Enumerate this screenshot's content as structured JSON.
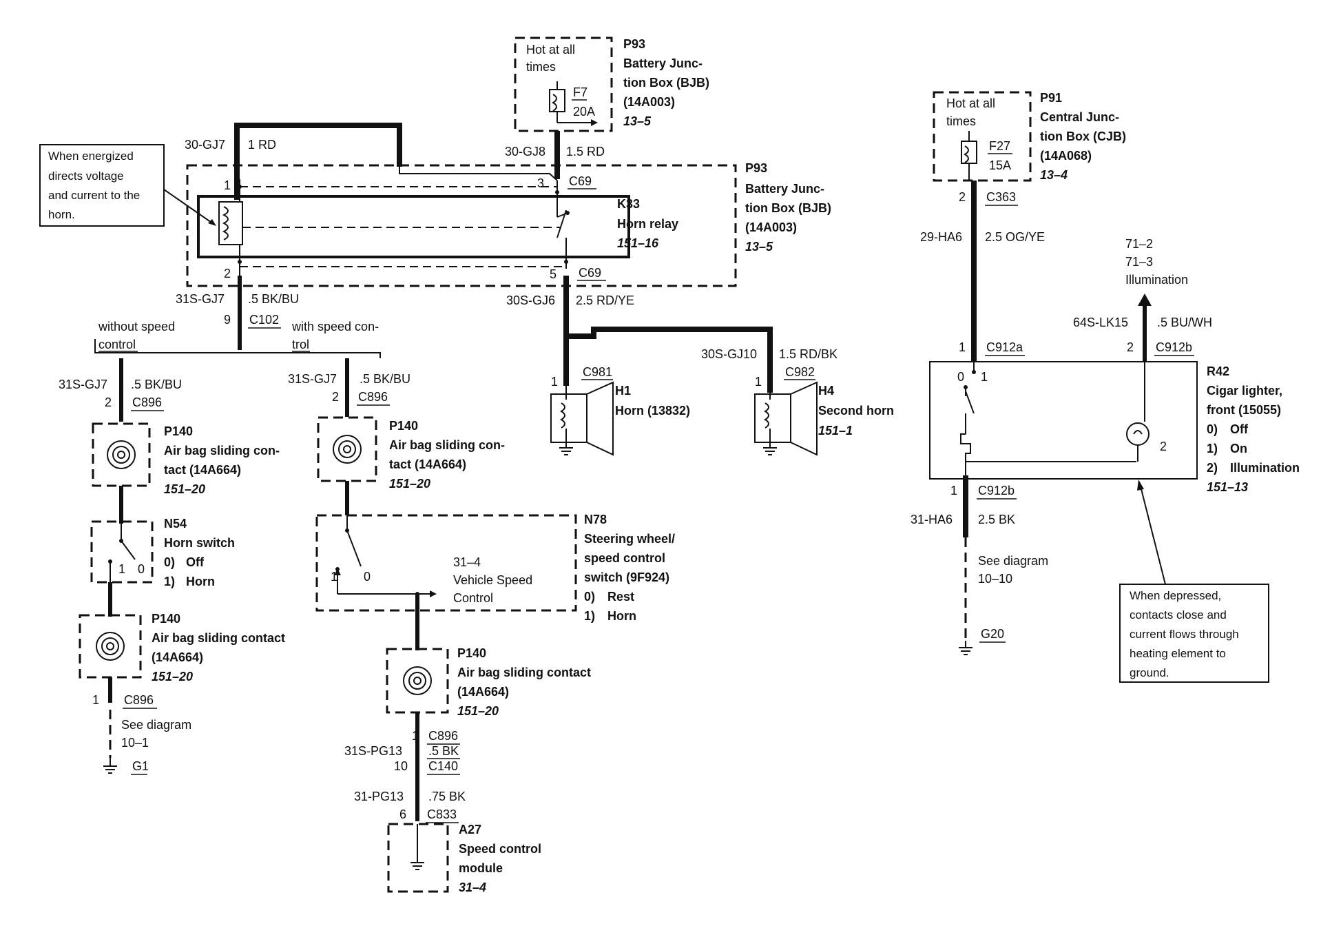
{
  "bjb_top": {
    "hot": [
      "Hot at all",
      "times"
    ],
    "fuse": "F7",
    "amps": "20A",
    "title": [
      "P93",
      "Battery Junc-",
      "tion Box (BJB)",
      "(14A003)"
    ],
    "ref": "13–5"
  },
  "cjb": {
    "hot": [
      "Hot at all",
      "times"
    ],
    "fuse": "F27",
    "amps": "15A",
    "title": [
      "P91",
      "Central Junc-",
      "tion Box (CJB)",
      "(14A068)"
    ],
    "ref": "13–4"
  },
  "wires": {
    "w30gj7": "30-GJ7",
    "w1rd": "1 RD",
    "w30gj8": "30-GJ8",
    "w15rd": "1.5 RD",
    "w31sgj7": "31S-GJ7",
    "w5bkbu": ".5 BK/BU",
    "w30sgj6": "30S-GJ6",
    "w25rdye": "2.5 RD/YE",
    "w30sgj10": "30S-GJ10",
    "w15rdbk": "1.5 RD/BK",
    "w29ha6": "29-HA6",
    "w25ogye": "2.5 OG/YE",
    "w64slk15": "64S-LK15",
    "w5buwh": ".5 BU/WH",
    "w31ha6": "31-HA6",
    "w25bk": "2.5 BK",
    "w31spg13": "31S-PG13",
    "w5bk": ".5 BK",
    "w31pg13": "31-PG13",
    "w75bk": ".75 BK"
  },
  "callout_relay": [
    "When energized",
    "directs voltage",
    "and current to the",
    "horn."
  ],
  "callout_lighter": [
    "When depressed,",
    "contacts close and",
    "current flows through",
    "heating element to",
    "ground."
  ],
  "bjb_main": {
    "title": [
      "P93",
      "Battery Junc-",
      "tion Box (BJB)",
      "(14A003)"
    ],
    "ref": "13–5"
  },
  "relay": {
    "id": "K33",
    "name": "Horn relay",
    "ref": "151–16"
  },
  "pins": {
    "p1": "1",
    "p2": "2",
    "p3": "3",
    "p5": "5",
    "p9": "9",
    "p6": "6",
    "p10": "10"
  },
  "conn": {
    "c69a": "C69",
    "c69b": "C69",
    "c102": "C102",
    "c896a": "C896",
    "c896b": "C896",
    "c896c": "C896",
    "c896d": "C896",
    "c981": "C981",
    "c982": "C982",
    "c363": "C363",
    "c912a": "C912a",
    "c912b": "C912b",
    "c912b2": "C912b",
    "c140": "C140",
    "c833": "C833"
  },
  "branch": {
    "without": [
      "without speed",
      "control"
    ],
    "with": [
      "with speed con-",
      "trol"
    ]
  },
  "horn1": {
    "id": "H1",
    "name": "Horn (13832)"
  },
  "horn2": {
    "id": "H4",
    "name": "Second horn",
    "ref": "151–1"
  },
  "airbag_title": [
    "P140",
    "Air bag sliding con-",
    "tact (14A664)"
  ],
  "airbag_title2": [
    "P140",
    "Air bag sliding contact",
    "(14A664)"
  ],
  "airbag_ref": "151–20",
  "horn_switch": {
    "id": "N54",
    "name": "Horn switch",
    "s0": "0)",
    "s0t": "Off",
    "s1": "1)",
    "s1t": "Horn",
    "c1": "1",
    "c0": "0"
  },
  "steering": {
    "id": "N78",
    "name": [
      "Steering wheel/",
      "speed control",
      "switch (9F924)"
    ],
    "s0": "0)",
    "s0t": "Rest",
    "s1": "1)",
    "s1t": "Horn",
    "c1": "1",
    "c0": "0",
    "vsc": [
      "31–4",
      "Vehicle Speed",
      "Control"
    ]
  },
  "speed_module": {
    "id": "A27",
    "name": [
      "Speed control",
      "module"
    ],
    "ref": "31–4"
  },
  "lighter": {
    "id": "R42",
    "name": [
      "Cigar lighter,",
      "front (15055)"
    ],
    "o0": "0)",
    "o0t": "Off",
    "o1": "1)",
    "o1t": "On",
    "o2": "2)",
    "o2t": "Illumination",
    "ref": "151–13",
    "c0": "0",
    "c1": "1",
    "c2": "2"
  },
  "illum": [
    "71–2",
    "71–3",
    "Illumination"
  ],
  "see_left": [
    "See diagram",
    "10–1"
  ],
  "see_right": [
    "See diagram",
    "10–10"
  ],
  "grounds": {
    "g1": "G1",
    "g20": "G20"
  }
}
